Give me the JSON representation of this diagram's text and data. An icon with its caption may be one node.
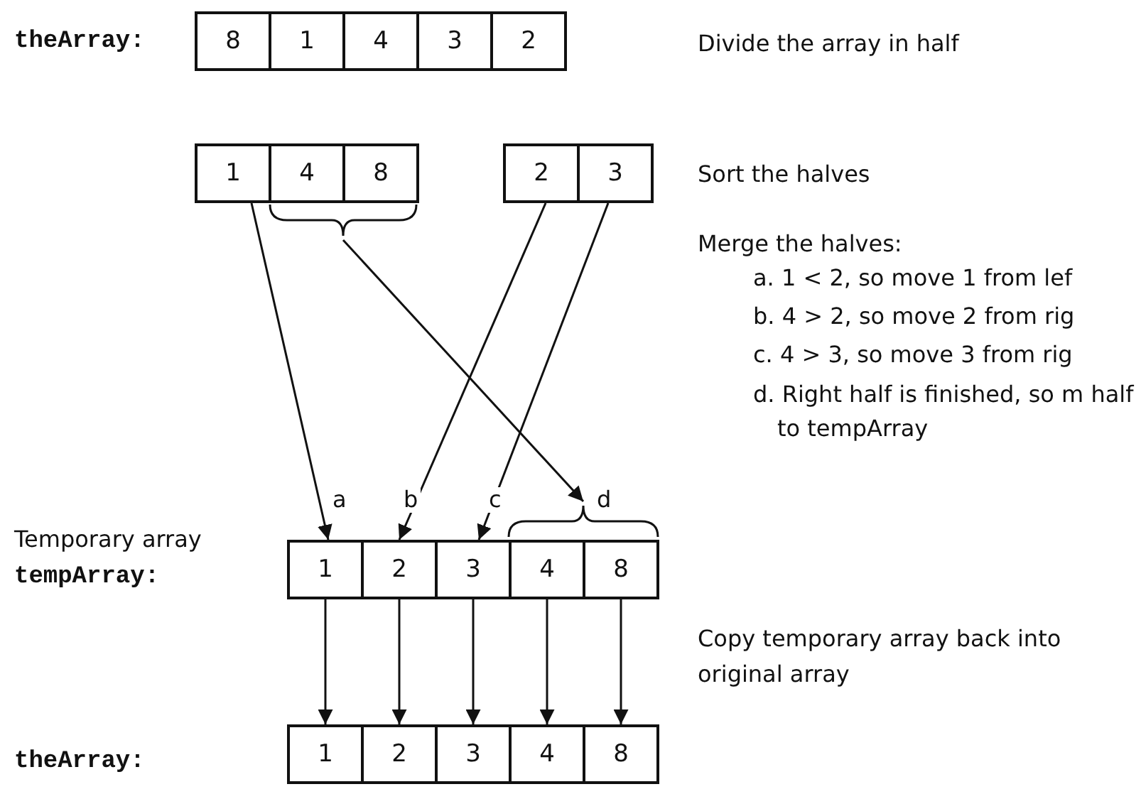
{
  "diagram": {
    "nodes": [
      {
        "text": [
          "8"
        ]
      },
      {
        "text": [
          "1"
        ]
      },
      {
        "text": [
          "4"
        ]
      },
      {
        "text": [
          "3"
        ]
      },
      {
        "text": [
          "2"
        ]
      },
      {
        "text": [
          "1"
        ]
      },
      {
        "text": [
          "4"
        ]
      },
      {
        "text": [
          "8"
        ]
      },
      {
        "text": [
          "2"
        ]
      },
      {
        "text": [
          "3"
        ]
      },
      {
        "text": [],
        "shape": "brace"
      },
      {
        "text": [],
        "shape": "brace"
      },
      {
        "text": [
          "1"
        ]
      },
      {
        "text": [
          "2"
        ]
      },
      {
        "text": [
          "3"
        ]
      },
      {
        "text": [
          "4"
        ]
      },
      {
        "text": [
          "8"
        ]
      },
      {
        "text": [
          "1"
        ]
      },
      {
        "text": [
          "2"
        ]
      },
      {
        "text": [
          "3"
        ]
      },
      {
        "text": [
          "4"
        ]
      },
      {
        "text": [
          "8"
        ]
      }
    ],
    "edges": [
      {
        "from": 5,
        "to": 12,
        "arrow": "to",
        "label": "a"
      },
      {
        "from": 8,
        "to": 13,
        "arrow": "to",
        "label": "b"
      },
      {
        "from": 9,
        "to": 14,
        "arrow": "to",
        "label": "c"
      },
      {
        "from": 10,
        "to": 11,
        "arrow": "to",
        "label": "d"
      },
      {
        "from": 12,
        "to": 17,
        "arrow": "to"
      },
      {
        "from": 13,
        "to": 18,
        "arrow": "to"
      },
      {
        "from": 14,
        "to": 19,
        "arrow": "to"
      },
      {
        "from": 15,
        "to": 20,
        "arrow": "to"
      },
      {
        "from": 16,
        "to": 21,
        "arrow": "to"
      }
    ],
    "labels": [
      "theArray:",
      "Divide the array in half",
      "Sort the halves",
      "Merge the halves:",
      "a. 1 < 2, so move 1 from lef",
      "b. 4 > 2, so move 2 from rig",
      "c. 4 > 3, so move 3 from rig",
      "d. Right half is finished, so m half to tempArray",
      "Temporary array",
      "tempArray:",
      "Copy temporary array back into original array",
      "theArray:"
    ]
  }
}
